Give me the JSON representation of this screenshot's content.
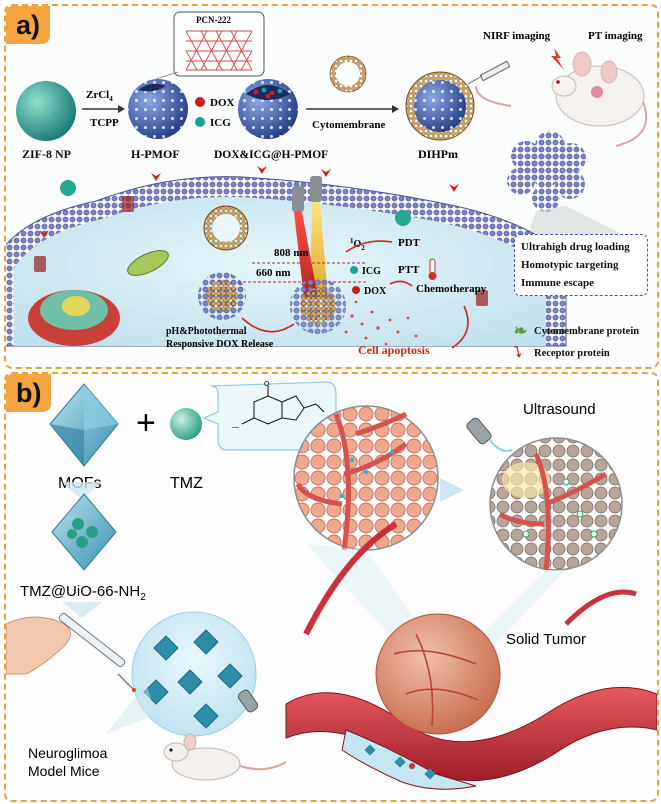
{
  "panel_a": {
    "label": "a)",
    "pcn": "PCN-222",
    "zif": "ZIF-8 NP",
    "zrcl4": "ZrCl",
    "zrcl4_sub": "4",
    "tcpp": "TCPP",
    "hpmof": "H-PMOF",
    "dox": "DOX",
    "icg": "ICG",
    "doxicg": "DOX&ICG@H-PMOF",
    "cytomembrane": "Cytomembrane",
    "dihpm": "DIHPm",
    "nirf": "NIRF imaging",
    "pt": "PT  imaging",
    "nm808": "808 nm",
    "nm660": "660 nm",
    "o2_super": "1",
    "o2": "O",
    "o2_sub": "2",
    "pdt": "PDT",
    "ptt": "PTT",
    "icg2": "ICG",
    "dox2": "DOX",
    "chemo": "Chemotherapy",
    "release1": "pH&Photothermal",
    "release2": "Responsive DOX Release",
    "apoptosis": "Cell apoptosis",
    "features": [
      "Ultrahigh drug loading",
      "Homotypic targeting",
      "Immune escape"
    ],
    "legend_cyto": "Cytomembrane protein",
    "legend_receptor": "Receptor protein"
  },
  "panel_b": {
    "label": "b)",
    "mofs": "MOFs",
    "tmz": "TMZ",
    "tmz_uio": "TMZ@UiO-66-NH",
    "tmz_uio_sub": "2",
    "ultrasound": "Ultrasound",
    "solid_tumor": "Solid Tumor",
    "mice1": "Neuroglimoa",
    "mice2": "Model Mice"
  },
  "colors": {
    "border": "#e8a23a",
    "badge": "#f4a53f",
    "membrane": "#6a72b8",
    "cell": "#d3ecf3",
    "apoptosis": "#d42a1e",
    "tumor": "#e39a7f",
    "vessel": "#c8323c"
  }
}
